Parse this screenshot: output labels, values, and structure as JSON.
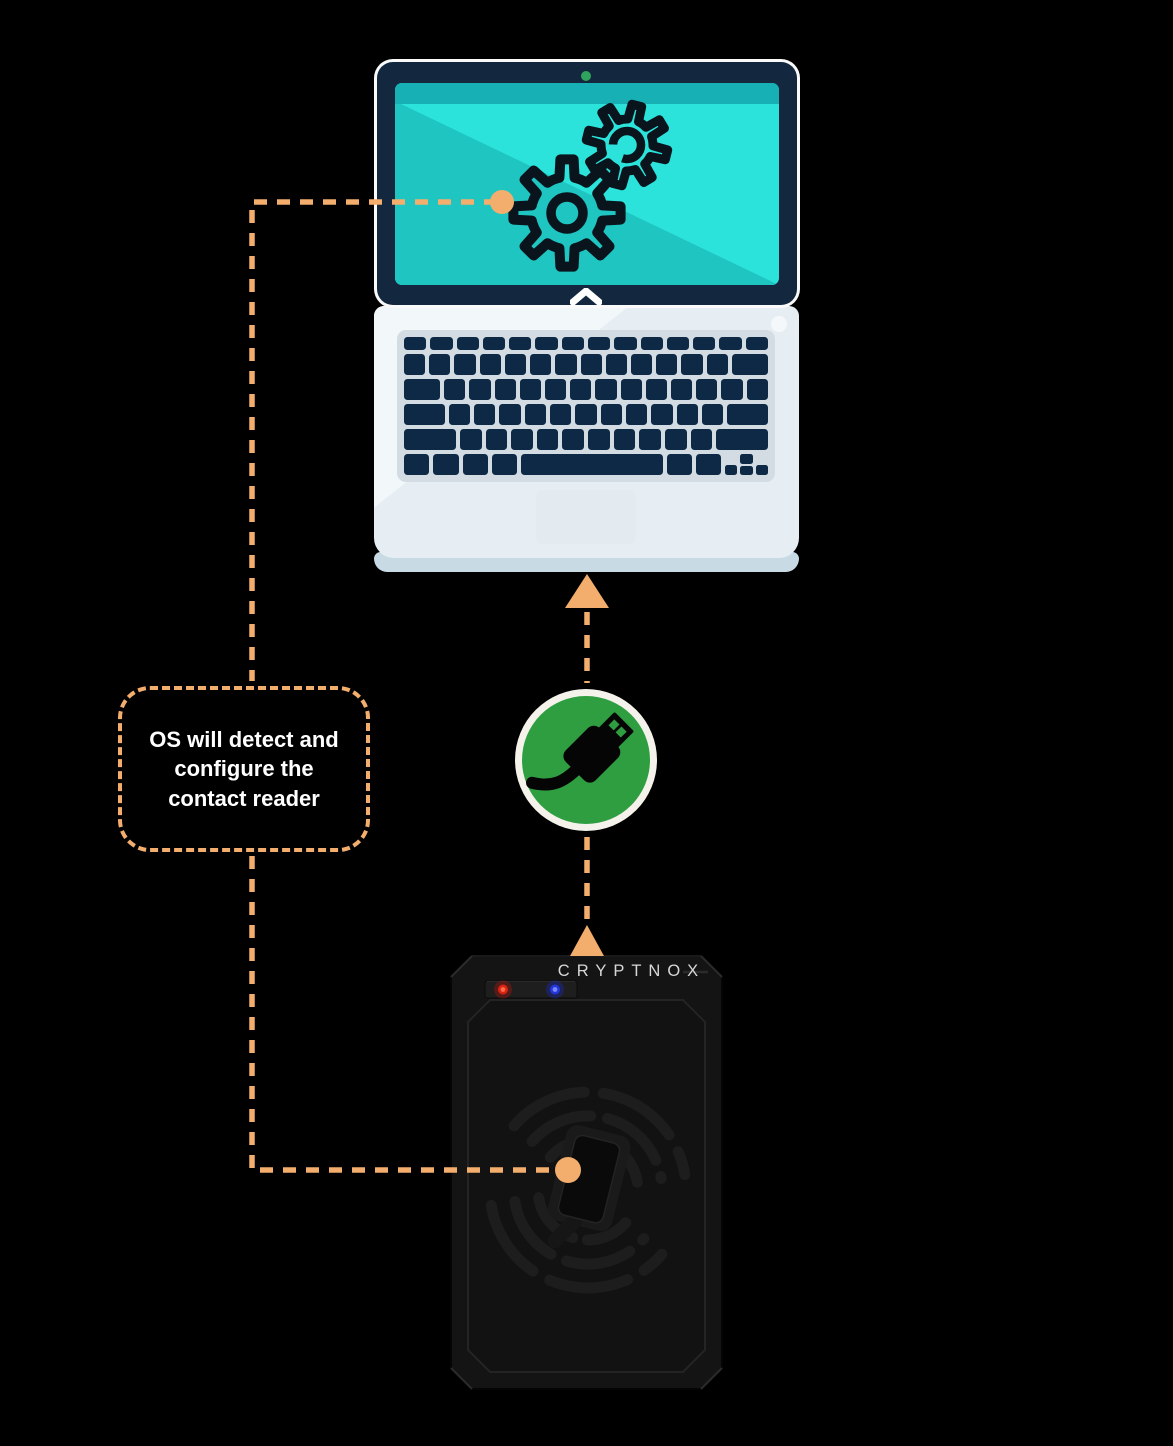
{
  "canvas": {
    "background_color": "#000000",
    "accent_color": "#f3ae6d"
  },
  "callout": {
    "line1": "OS will detect and",
    "line2": "configure the",
    "line3": "contact reader"
  },
  "laptop": {
    "icon": "gears-icon",
    "screen_color": "#2be3da",
    "screen_shade_color": "#1fc5c1",
    "screen_topbar_color": "#17b0b4",
    "bezel_color": "#13273f",
    "body_color": "#e7eef3",
    "key_color": "#0d2945",
    "camera_color": "#2fa45c"
  },
  "usb_badge": {
    "icon": "usb-plug-icon",
    "circle_color": "#2f9e40",
    "ring_color": "#f5f2eb"
  },
  "reader": {
    "brand": "CRYPTNOX",
    "body_color": "#141414",
    "led_red": "#e8240f",
    "led_blue": "#2438ec",
    "icon": "contactless-usb-icon"
  },
  "connections": {
    "style": "dashed",
    "color": "#f3ae6d",
    "arrow_direction": "up"
  }
}
